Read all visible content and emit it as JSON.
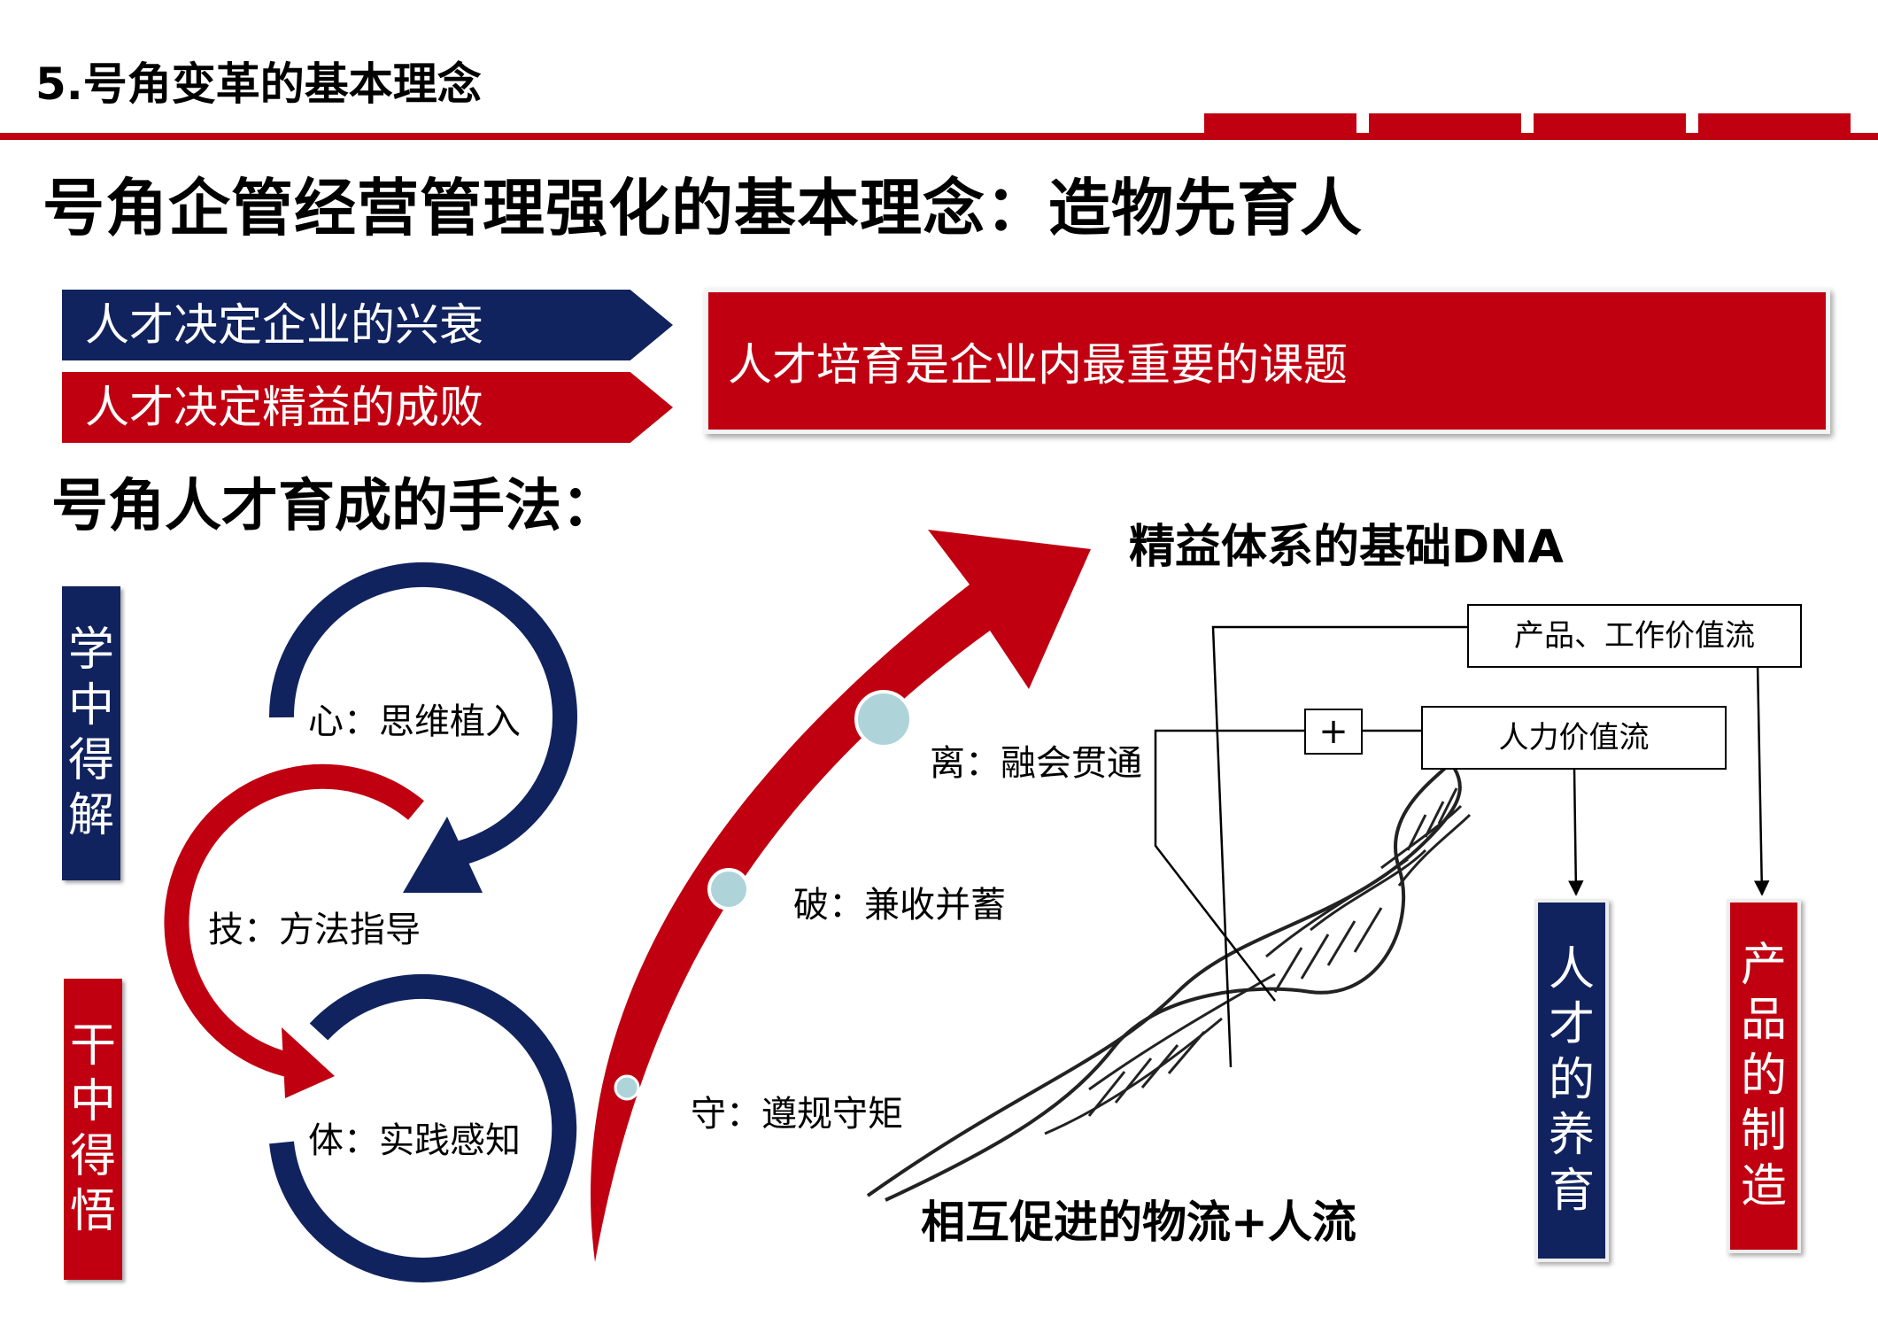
{
  "header": {
    "title": "5.号角变革的基本理念"
  },
  "main_title": "号角企管经营管理强化的基本理念：造物先育人",
  "tags": [
    {
      "text": "人才决定企业的兴衰",
      "color": "#11235e"
    },
    {
      "text": "人才决定精益的成败",
      "color": "#c00011"
    }
  ],
  "key_statement": "人才培育是企业内最重要的课题",
  "method_title": "号角人才育成的手法：",
  "side_labels": [
    {
      "text": [
        "学",
        "中",
        "得",
        "解"
      ],
      "color": "#11235e"
    },
    {
      "text": [
        "干",
        "中",
        "得",
        "悟"
      ],
      "color": "#c00011"
    }
  ],
  "cycle": {
    "heart": "心：思维植入",
    "skill": "技：方法指导",
    "body": "体：实践感知"
  },
  "stages": {
    "shou": "守：遵规守矩",
    "po": "破：兼收并蓄",
    "li": "离：融会贯通"
  },
  "dna": {
    "title": "精益体系的基础DNA",
    "product_flow": "产品、工作价值流",
    "plus": "+",
    "human_flow": "人力价值流",
    "caption": "相互促进的物流+人流"
  },
  "outcomes": [
    {
      "text": [
        "人",
        "才",
        "的",
        "养",
        "育"
      ],
      "color": "#11235e"
    },
    {
      "text": [
        "产",
        "品",
        "的",
        "制",
        "造"
      ],
      "color": "#c00011"
    }
  ],
  "colors": {
    "navy": "#11235e",
    "red": "#c00011",
    "bubble": "#aed4da"
  }
}
